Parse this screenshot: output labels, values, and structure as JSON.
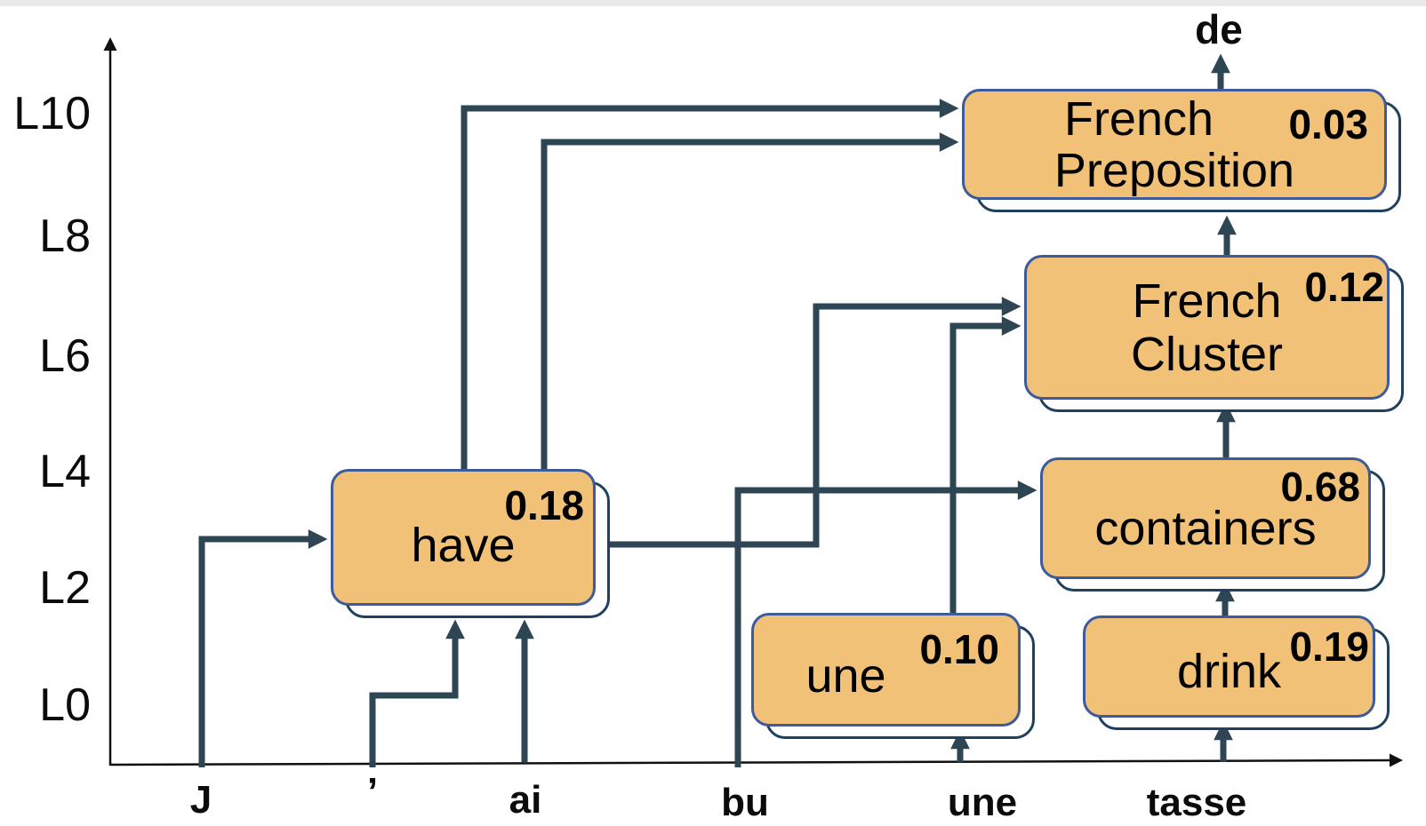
{
  "figure": {
    "output_token": "de",
    "y_axis": {
      "labels": [
        "L10",
        "L8",
        "L6",
        "L4",
        "L2",
        "L0"
      ]
    },
    "x_axis": {
      "tokens": [
        "J",
        "’",
        "ai",
        "bu",
        "une",
        "tasse"
      ]
    },
    "nodes": {
      "have": {
        "label": "have",
        "score": "0.18"
      },
      "une": {
        "label": "une",
        "score": "0.10"
      },
      "drink": {
        "label": "drink",
        "score": "0.19"
      },
      "containers": {
        "label": "containers",
        "score": "0.68"
      },
      "french_cluster": {
        "label": "French",
        "label2": "Cluster",
        "score": "0.12"
      },
      "french_preposition": {
        "label": "French",
        "label2": "Preposition",
        "score": "0.03"
      }
    },
    "edges": [
      {
        "from": "token J",
        "to": "have"
      },
      {
        "from": "token ’",
        "to": "have"
      },
      {
        "from": "token ai",
        "to": "have"
      },
      {
        "from": "token bu",
        "to": "containers"
      },
      {
        "from": "token une",
        "to": "une"
      },
      {
        "from": "token tasse",
        "to": "drink"
      },
      {
        "from": "have",
        "to": "french_preposition"
      },
      {
        "from": "have",
        "to": "french_preposition"
      },
      {
        "from": "have",
        "to": "french_cluster"
      },
      {
        "from": "une",
        "to": "french_cluster"
      },
      {
        "from": "drink",
        "to": "containers"
      },
      {
        "from": "containers",
        "to": "french_cluster"
      },
      {
        "from": "french_cluster",
        "to": "french_preposition"
      },
      {
        "from": "french_preposition",
        "to": "de"
      }
    ],
    "colors": {
      "node_fill": "#F2C178",
      "node_border": "#3D5A9B",
      "shadow_border": "#20405F",
      "arrow": "#2E4554",
      "axis": "#111111"
    }
  }
}
